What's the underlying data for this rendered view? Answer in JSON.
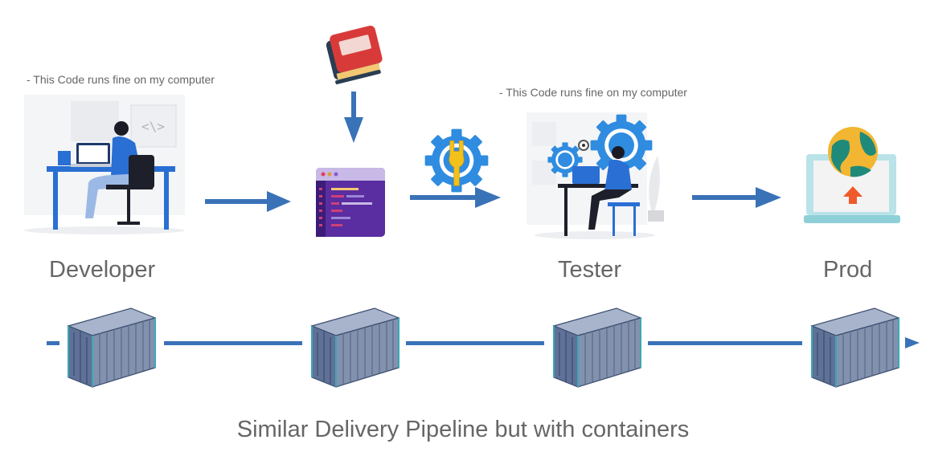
{
  "stages": {
    "developer": {
      "note": "- This Code runs fine on my computer",
      "label": "Developer"
    },
    "tester": {
      "note": "- This Code runs fine on my computer",
      "label": "Tester"
    },
    "prod": {
      "label": "Prod"
    }
  },
  "caption": "Similar Delivery Pipeline but with containers",
  "icons": [
    "developer-illustration",
    "book-icon",
    "code-editor-icon",
    "gear-wrench-icon",
    "tester-illustration",
    "laptop-globe-icon",
    "shipping-container-icon"
  ],
  "colors": {
    "arrow": "#3a72b8",
    "container": "#7e8eaa",
    "text": "#666666"
  }
}
